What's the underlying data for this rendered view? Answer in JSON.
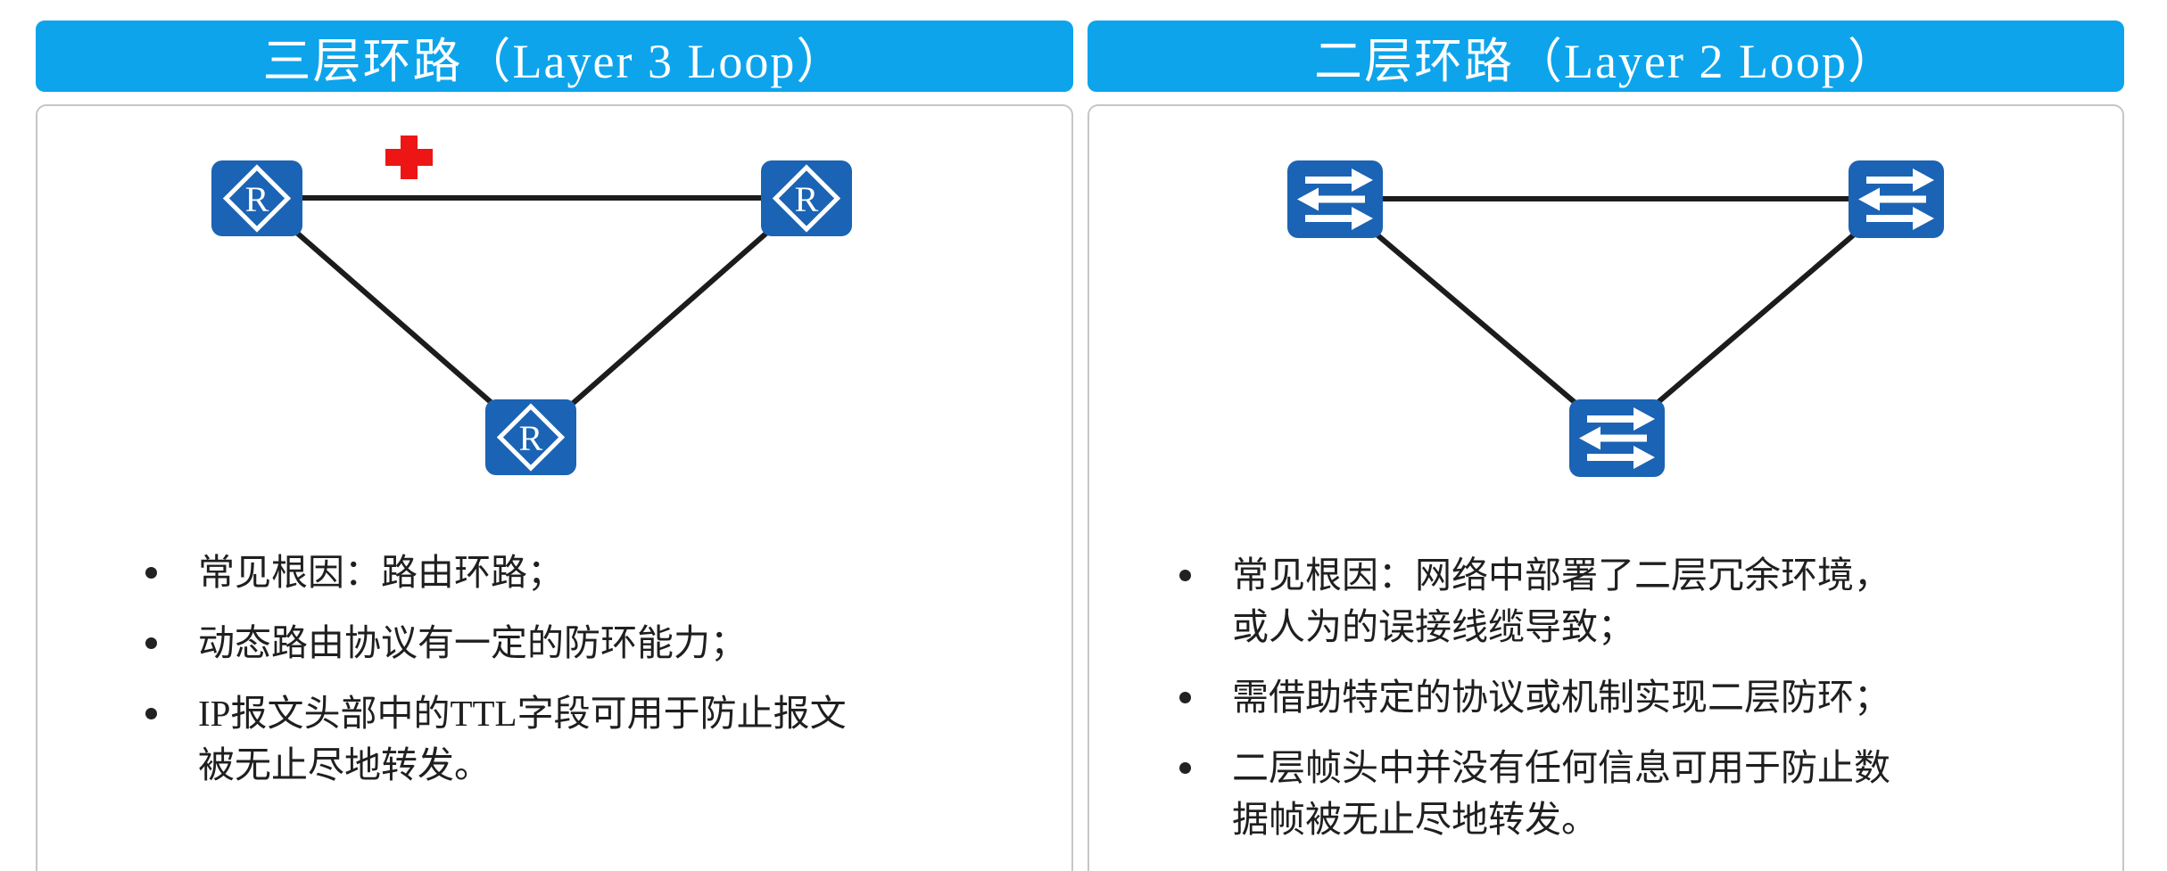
{
  "colors": {
    "header_bg": "#0da4ec",
    "header_text": "#ffffff",
    "device_blue": "#1b63b4",
    "link_black": "#1c1c1c",
    "panel_border": "#c6c6c6",
    "cross_red": "#ee1515",
    "text_dark": "#1f1f1f",
    "page_bg": "#ffffff"
  },
  "layer3": {
    "title": "三层环路（Layer 3 Loop）",
    "devices": {
      "type": "router",
      "label": "R",
      "count": 3,
      "icon": "router-icon"
    },
    "marker": "blocked-cross-icon",
    "bullets": [
      {
        "lines": [
          "常见根因：路由环路；"
        ]
      },
      {
        "lines": [
          "动态路由协议有一定的防环能力；"
        ]
      },
      {
        "lines": [
          "IP报文头部中的TTL字段可用于防止报文",
          "被无止尽地转发。"
        ]
      }
    ]
  },
  "layer2": {
    "title": "二层环路（Layer 2 Loop）",
    "devices": {
      "type": "switch",
      "count": 3,
      "icon": "switch-icon"
    },
    "bullets": [
      {
        "lines": [
          "常见根因：网络中部署了二层冗余环境，",
          "或人为的误接线缆导致；"
        ]
      },
      {
        "lines": [
          "需借助特定的协议或机制实现二层防环；"
        ]
      },
      {
        "lines": [
          "二层帧头中并没有任何信息可用于防止数",
          "据帧被无止尽地转发。"
        ]
      }
    ]
  }
}
